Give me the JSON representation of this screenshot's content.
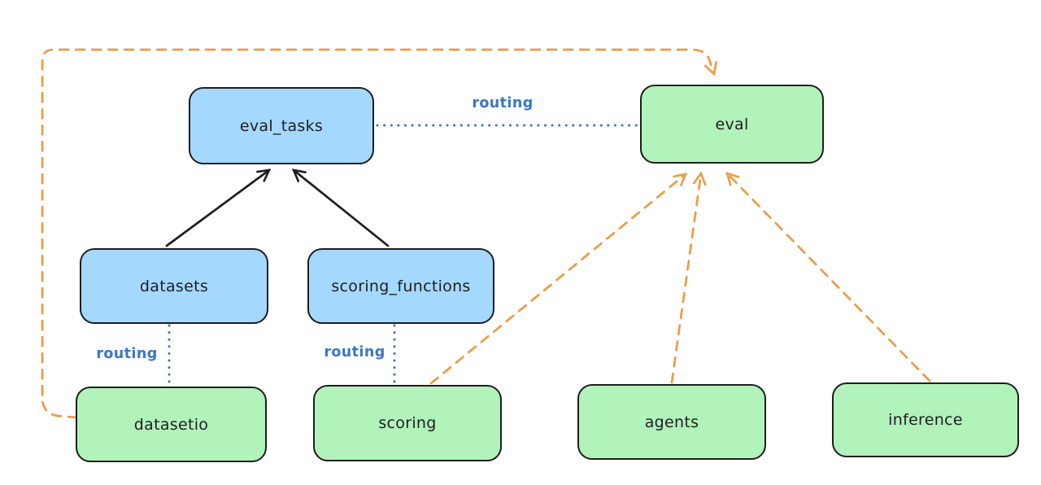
{
  "diagram": {
    "type": "architecture-flow",
    "background": "#ffffff",
    "nodes": [
      {
        "id": "eval_tasks",
        "label": "eval_tasks",
        "fill": "#a5d8ff"
      },
      {
        "id": "eval",
        "label": "eval",
        "fill": "#b2f2bb"
      },
      {
        "id": "datasets",
        "label": "datasets",
        "fill": "#a5d8ff"
      },
      {
        "id": "scoring_functions",
        "label": "scoring_functions",
        "fill": "#a5d8ff"
      },
      {
        "id": "datasetio",
        "label": "datasetio",
        "fill": "#b2f2bb"
      },
      {
        "id": "scoring",
        "label": "scoring",
        "fill": "#b2f2bb"
      },
      {
        "id": "agents",
        "label": "agents",
        "fill": "#b2f2bb"
      },
      {
        "id": "inference",
        "label": "inference",
        "fill": "#b2f2bb"
      }
    ],
    "edges": [
      {
        "from": "datasets",
        "to": "eval_tasks",
        "style": "solid",
        "arrow": true,
        "color": "#1e1e1e"
      },
      {
        "from": "scoring_functions",
        "to": "eval_tasks",
        "style": "solid",
        "arrow": true,
        "color": "#1e1e1e"
      },
      {
        "from": "eval_tasks",
        "to": "eval",
        "style": "dotted",
        "arrow": false,
        "color": "#3b76c7",
        "label": "routing"
      },
      {
        "from": "datasets",
        "to": "datasetio",
        "style": "dotted",
        "arrow": false,
        "color": "#3b76c7",
        "label": "routing"
      },
      {
        "from": "scoring_functions",
        "to": "scoring",
        "style": "dotted",
        "arrow": false,
        "color": "#3b76c7",
        "label": "routing"
      },
      {
        "from": "datasetio",
        "to": "eval",
        "style": "dashed",
        "arrow": true,
        "color": "#ec9b44",
        "route": "around-left-and-top"
      },
      {
        "from": "scoring",
        "to": "eval",
        "style": "dashed",
        "arrow": true,
        "color": "#ec9b44"
      },
      {
        "from": "agents",
        "to": "eval",
        "style": "dashed",
        "arrow": true,
        "color": "#ec9b44"
      },
      {
        "from": "inference",
        "to": "eval",
        "style": "dashed",
        "arrow": true,
        "color": "#ec9b44"
      }
    ],
    "edge_labels": {
      "eval_routing": "routing",
      "datasetio_routing": "routing",
      "scoring_routing": "routing"
    },
    "colors": {
      "blue_fill": "#a5d8ff",
      "green_fill": "#b2f2bb",
      "stroke": "#1e1e1e",
      "routing_text": "#3b76c7",
      "dashed_arrow": "#ec9b44"
    }
  }
}
